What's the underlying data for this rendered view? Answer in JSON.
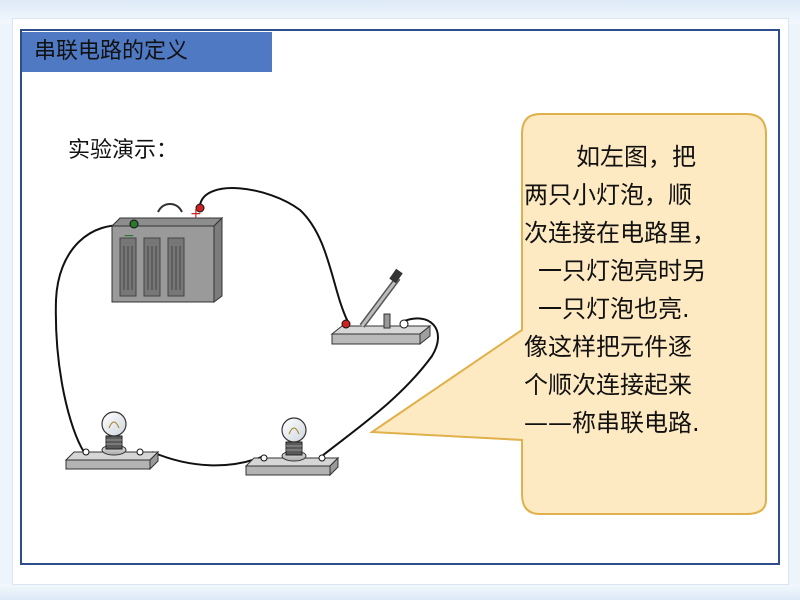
{
  "title": "串联电路的定义",
  "demo_label": "实验演示：",
  "bubble": {
    "lines": [
      "如左图，把",
      "两只小灯泡，顺",
      "次连接在电路里，",
      "一只灯泡亮时另",
      "一只灯泡也亮.",
      "像这样把元件逐",
      "个顺次连接起来",
      "——称串联电路."
    ]
  },
  "battery": {
    "negative_symbol": "−",
    "positive_symbol": "+"
  },
  "colors": {
    "title_bar": "#4f79c2",
    "title_frame": "#2e4e8a",
    "bubble_fill": "#fde9c2",
    "bubble_stroke": "#e0b04a",
    "wire": "#111111",
    "terminal_negative": "#2a7a2a",
    "terminal_positive": "#cc2222"
  },
  "icons": [
    "battery-icon",
    "switch-icon",
    "bulb-icon",
    "bulb-icon"
  ]
}
